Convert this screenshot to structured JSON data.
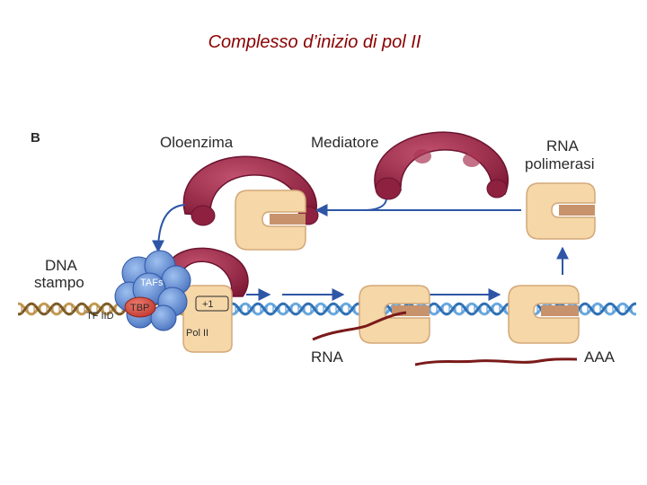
{
  "title": "Complesso d’inizio di pol II",
  "diagram": {
    "panel_label": "B",
    "labels": {
      "oloenzima": "Oloenzima",
      "mediatore": "Mediatore",
      "rna_polimerasi_1": "RNA",
      "rna_polimerasi_2": "polimerasi",
      "dna_stampo_1": "DNA",
      "dna_stampo_2": "stampo",
      "tafs": "TAFs",
      "tbp": "TBP",
      "tf_iid": "TF IID",
      "plus_one": "+1",
      "pol_ii": "Pol II",
      "rna": "RNA",
      "aaa": "AAA"
    },
    "colors": {
      "mediator": "#9a2746",
      "polymerase": "#f5d7a8",
      "polymerase_slot": "#c8936c",
      "tfiid": "#5d86cf",
      "tbp": "#d9473f",
      "dna_dark": "#c59a52",
      "dna_blue": "#6aa9df",
      "arrow": "#2f56a6",
      "rna": "#7a1a1a"
    }
  }
}
